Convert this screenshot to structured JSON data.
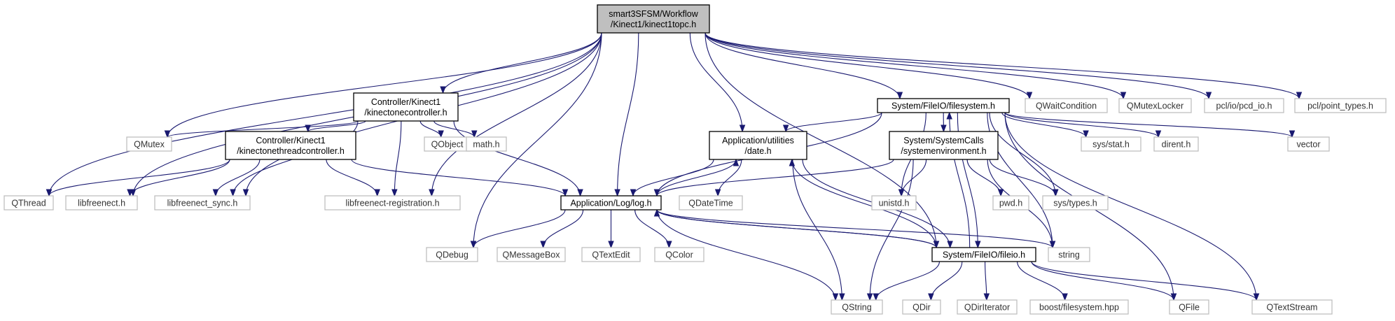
{
  "graph": {
    "colors": {
      "edge": "#191970",
      "main_fill": "#bfbfbf",
      "node_border": "#000000",
      "external_border": "#bfbfbf"
    },
    "nodes": [
      {
        "id": "kinect1topc",
        "lines": [
          "smart3SFSM/Workflow",
          "/Kinect1/kinect1topc.h"
        ],
        "kind": "main"
      },
      {
        "id": "kinectonecontroller",
        "lines": [
          "Controller/Kinect1",
          "/kinectonecontroller.h"
        ],
        "kind": "proj"
      },
      {
        "id": "kinectonethreadcontroller",
        "lines": [
          "Controller/Kinect1",
          "/kinectonethreadcontroller.h"
        ],
        "kind": "proj"
      },
      {
        "id": "filesystem",
        "lines": [
          "System/FileIO/filesystem.h"
        ],
        "kind": "proj"
      },
      {
        "id": "date",
        "lines": [
          "Application/utilities",
          "/date.h"
        ],
        "kind": "proj"
      },
      {
        "id": "systemenvironment",
        "lines": [
          "System/SystemCalls",
          "/systemenvironment.h"
        ],
        "kind": "proj"
      },
      {
        "id": "log",
        "lines": [
          "Application/Log/log.h"
        ],
        "kind": "proj"
      },
      {
        "id": "fileio",
        "lines": [
          "System/FileIO/fileio.h"
        ],
        "kind": "proj"
      },
      {
        "id": "QWaitCondition",
        "lines": [
          "QWaitCondition"
        ],
        "kind": "ext"
      },
      {
        "id": "QMutexLocker",
        "lines": [
          "QMutexLocker"
        ],
        "kind": "ext"
      },
      {
        "id": "pcl_io",
        "lines": [
          "pcl/io/pcd_io.h"
        ],
        "kind": "ext"
      },
      {
        "id": "pcl_point",
        "lines": [
          "pcl/point_types.h"
        ],
        "kind": "ext"
      },
      {
        "id": "QMutex",
        "lines": [
          "QMutex"
        ],
        "kind": "ext"
      },
      {
        "id": "QObject",
        "lines": [
          "QObject"
        ],
        "kind": "ext"
      },
      {
        "id": "math",
        "lines": [
          "math.h"
        ],
        "kind": "ext"
      },
      {
        "id": "sys_stat",
        "lines": [
          "sys/stat.h"
        ],
        "kind": "ext"
      },
      {
        "id": "dirent",
        "lines": [
          "dirent.h"
        ],
        "kind": "ext"
      },
      {
        "id": "vector",
        "lines": [
          "vector"
        ],
        "kind": "ext"
      },
      {
        "id": "QThread",
        "lines": [
          "QThread"
        ],
        "kind": "ext"
      },
      {
        "id": "libfreenect",
        "lines": [
          "libfreenect.h"
        ],
        "kind": "ext"
      },
      {
        "id": "libfreenect_sync",
        "lines": [
          "libfreenect_sync.h"
        ],
        "kind": "ext"
      },
      {
        "id": "libfreenect_reg",
        "lines": [
          "libfreenect-registration.h"
        ],
        "kind": "ext"
      },
      {
        "id": "QDateTime",
        "lines": [
          "QDateTime"
        ],
        "kind": "ext"
      },
      {
        "id": "unistd",
        "lines": [
          "unistd.h"
        ],
        "kind": "ext"
      },
      {
        "id": "pwd",
        "lines": [
          "pwd.h"
        ],
        "kind": "ext"
      },
      {
        "id": "sys_types",
        "lines": [
          "sys/types.h"
        ],
        "kind": "ext"
      },
      {
        "id": "QDebug",
        "lines": [
          "QDebug"
        ],
        "kind": "ext"
      },
      {
        "id": "QMessageBox",
        "lines": [
          "QMessageBox"
        ],
        "kind": "ext"
      },
      {
        "id": "QTextEdit",
        "lines": [
          "QTextEdit"
        ],
        "kind": "ext"
      },
      {
        "id": "QColor",
        "lines": [
          "QColor"
        ],
        "kind": "ext"
      },
      {
        "id": "string",
        "lines": [
          "string"
        ],
        "kind": "ext"
      },
      {
        "id": "QString",
        "lines": [
          "QString"
        ],
        "kind": "ext"
      },
      {
        "id": "QDir",
        "lines": [
          "QDir"
        ],
        "kind": "ext"
      },
      {
        "id": "QDirIterator",
        "lines": [
          "QDirIterator"
        ],
        "kind": "ext"
      },
      {
        "id": "boost_fs",
        "lines": [
          "boost/filesystem.hpp"
        ],
        "kind": "ext"
      },
      {
        "id": "QFile",
        "lines": [
          "QFile"
        ],
        "kind": "ext"
      },
      {
        "id": "QTextStream",
        "lines": [
          "QTextStream"
        ],
        "kind": "ext"
      }
    ],
    "edges": [
      [
        "kinect1topc",
        "kinectonecontroller"
      ],
      [
        "kinect1topc",
        "filesystem"
      ],
      [
        "kinect1topc",
        "QWaitCondition"
      ],
      [
        "kinect1topc",
        "QMutexLocker"
      ],
      [
        "kinect1topc",
        "pcl_io"
      ],
      [
        "kinect1topc",
        "pcl_point"
      ],
      [
        "kinect1topc",
        "QMutex"
      ],
      [
        "kinect1topc",
        "QThread"
      ],
      [
        "kinect1topc",
        "libfreenect"
      ],
      [
        "kinect1topc",
        "libfreenect_sync"
      ],
      [
        "kinect1topc",
        "libfreenect_reg"
      ],
      [
        "kinect1topc",
        "log"
      ],
      [
        "kinect1topc",
        "date"
      ],
      [
        "kinect1topc",
        "QDebug"
      ],
      [
        "kinect1topc",
        "fileio"
      ],
      [
        "kinectonecontroller",
        "kinectonethreadcontroller"
      ],
      [
        "kinectonecontroller",
        "QMutex"
      ],
      [
        "kinectonecontroller",
        "QObject"
      ],
      [
        "kinectonecontroller",
        "math"
      ],
      [
        "kinectonecontroller",
        "libfreenect_sync"
      ],
      [
        "kinectonecontroller",
        "libfreenect_reg"
      ],
      [
        "kinectonecontroller",
        "log"
      ],
      [
        "kinectonethreadcontroller",
        "QThread"
      ],
      [
        "kinectonethreadcontroller",
        "libfreenect"
      ],
      [
        "kinectonethreadcontroller",
        "libfreenect_sync"
      ],
      [
        "kinectonethreadcontroller",
        "libfreenect_reg"
      ],
      [
        "kinectonethreadcontroller",
        "log"
      ],
      [
        "filesystem",
        "date"
      ],
      [
        "filesystem",
        "systemenvironment"
      ],
      [
        "filesystem",
        "log"
      ],
      [
        "filesystem",
        "unistd"
      ],
      [
        "filesystem",
        "sys_stat"
      ],
      [
        "filesystem",
        "dirent"
      ],
      [
        "filesystem",
        "vector"
      ],
      [
        "filesystem",
        "sys_types"
      ],
      [
        "filesystem",
        "string"
      ],
      [
        "filesystem",
        "QFile"
      ],
      [
        "filesystem",
        "QTextStream"
      ],
      [
        "filesystem",
        "fileio"
      ],
      [
        "date",
        "log"
      ],
      [
        "date",
        "QDateTime"
      ],
      [
        "date",
        "QString"
      ],
      [
        "date",
        "fileio"
      ],
      [
        "systemenvironment",
        "log"
      ],
      [
        "systemenvironment",
        "unistd"
      ],
      [
        "systemenvironment",
        "pwd"
      ],
      [
        "systemenvironment",
        "sys_types"
      ],
      [
        "systemenvironment",
        "string"
      ],
      [
        "systemenvironment",
        "QString"
      ],
      [
        "log",
        "date"
      ],
      [
        "log",
        "QDebug"
      ],
      [
        "log",
        "QMessageBox"
      ],
      [
        "log",
        "QTextEdit"
      ],
      [
        "log",
        "QColor"
      ],
      [
        "log",
        "QString"
      ],
      [
        "log",
        "string"
      ],
      [
        "log",
        "fileio"
      ],
      [
        "fileio",
        "log"
      ],
      [
        "fileio",
        "filesystem"
      ],
      [
        "fileio",
        "date"
      ],
      [
        "fileio",
        "QString"
      ],
      [
        "fileio",
        "QDir"
      ],
      [
        "fileio",
        "QDirIterator"
      ],
      [
        "fileio",
        "boost_fs"
      ],
      [
        "fileio",
        "QFile"
      ],
      [
        "fileio",
        "QTextStream"
      ]
    ]
  }
}
